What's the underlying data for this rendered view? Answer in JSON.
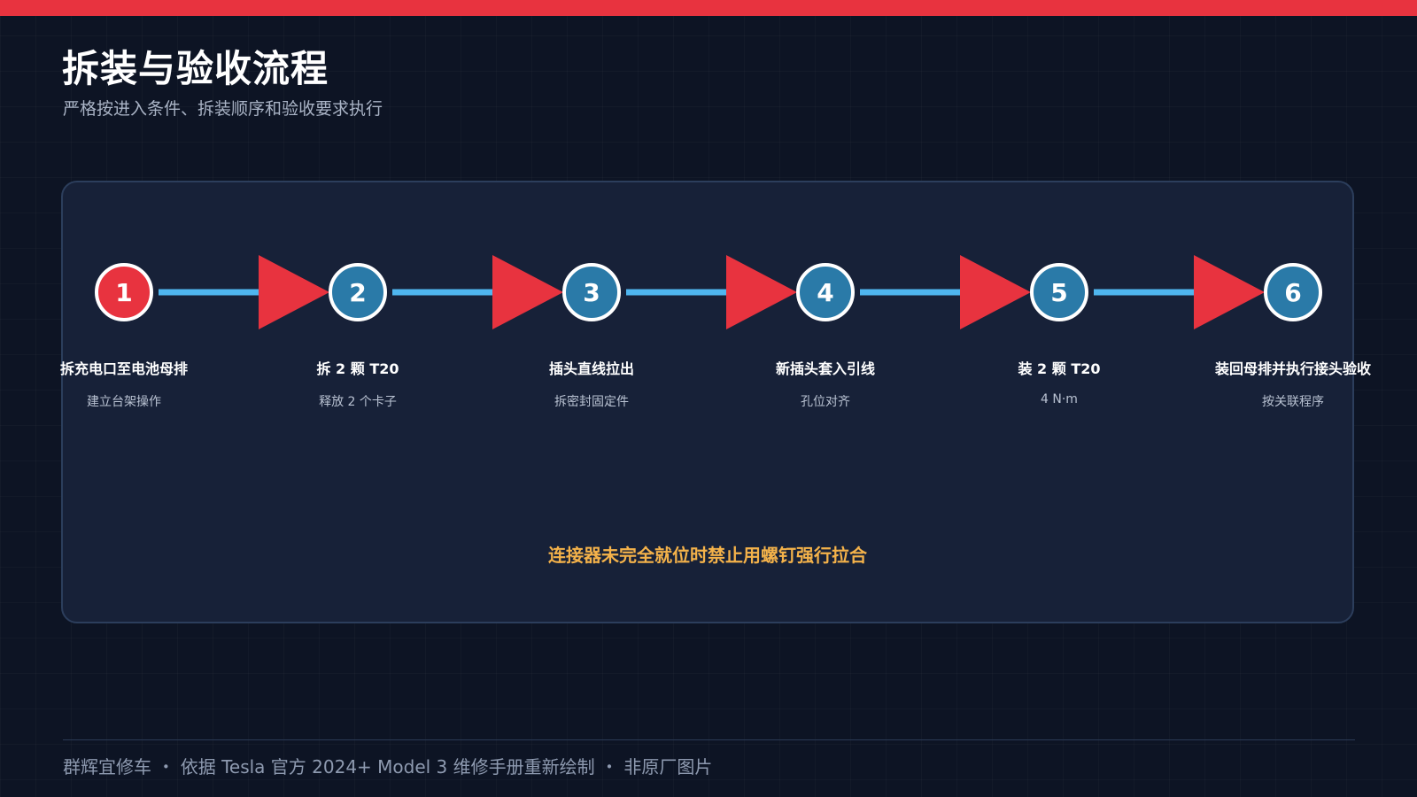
{
  "header": {
    "title": "拆装与验收流程",
    "subtitle": "严格按进入条件、拆装顺序和验收要求执行"
  },
  "steps": [
    {
      "number": "1",
      "title": "拆充电口至电池母排",
      "desc": "建立台架操作",
      "active": true
    },
    {
      "number": "2",
      "title": "拆 2 颗 T20",
      "desc": "释放 2 个卡子",
      "active": false
    },
    {
      "number": "3",
      "title": "插头直线拉出",
      "desc": "拆密封固定件",
      "active": false
    },
    {
      "number": "4",
      "title": "新插头套入引线",
      "desc": "孔位对齐",
      "active": false
    },
    {
      "number": "5",
      "title": "装 2 颗 T20",
      "desc": "4 N·m",
      "active": false
    },
    {
      "number": "6",
      "title": "装回母排并执行接头验收",
      "desc": "按关联程序",
      "active": false
    }
  ],
  "warning": "连接器未完全就位时禁止用螺钉强行拉合",
  "footer": {
    "text": "群辉宜修车 ・ 依据 Tesla 官方 2024+ Model 3 维修手册重新绘制 ・ 非原厂图片"
  },
  "colors": {
    "accent_red": "#e8333f",
    "node_blue": "#2a7aa8",
    "connector_blue": "#4fb6ef",
    "warning_amber": "#f4b24a",
    "background": "#0d1424",
    "panel": "#172138"
  }
}
